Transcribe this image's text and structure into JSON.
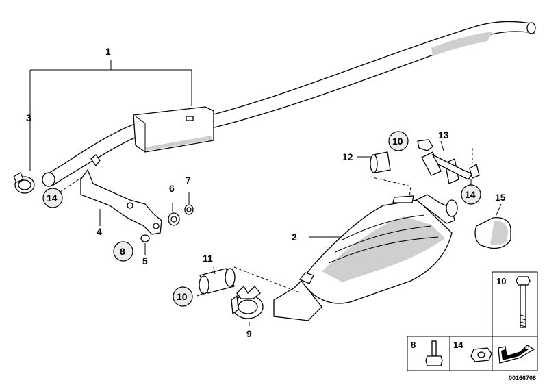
{
  "diagram": {
    "document_id": "00166706",
    "callouts": {
      "c1": "1",
      "c2": "2",
      "c3": "3",
      "c4": "4",
      "c5": "5",
      "c6": "6",
      "c7": "7",
      "c8": "8",
      "c9": "9",
      "c10a": "10",
      "c10b": "10",
      "c11": "11",
      "c12": "12",
      "c13": "13",
      "c14a": "14",
      "c14b": "14",
      "c15": "15"
    },
    "legend": {
      "bolt_long": "10",
      "bolt_short": "8",
      "nut": "14"
    }
  }
}
